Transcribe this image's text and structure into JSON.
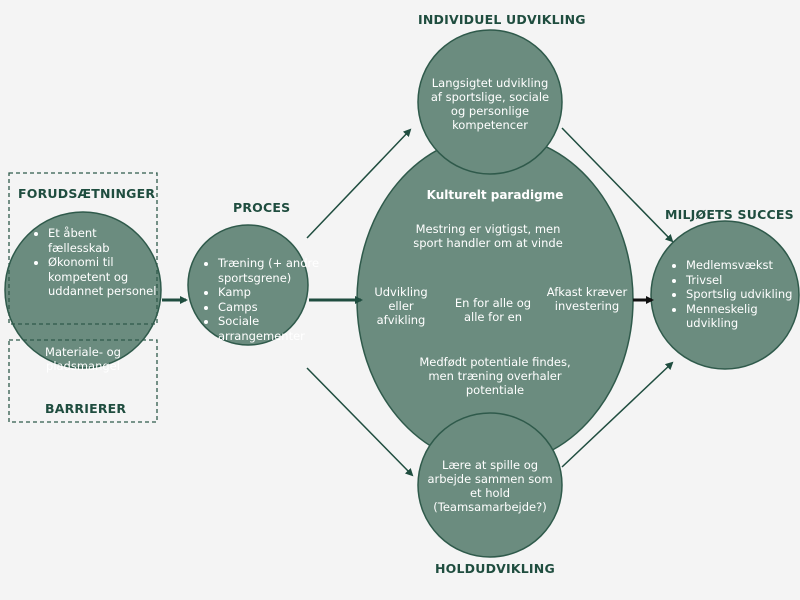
{
  "labels": {
    "forudsaetninger": "FORUDSÆTNINGER",
    "barrierer": "BARRIERER",
    "proces": "PROCES",
    "individuel": "INDIVIDUEL UDVIKLING",
    "holdudvikling": "HOLDUDVIKLING",
    "miljoets_succes": "MILJØETS SUCCES"
  },
  "forudsaetninger_items": [
    "Et åbent fællesskab",
    "Økonomi til kompetent og uddannet personel"
  ],
  "barrierer_text": "Materiale- og pladsmangel",
  "proces_items": [
    "Træning (+ andre sportsgrene)",
    "Kamp",
    "Camps",
    "Sociale arrangementer"
  ],
  "individuel_text": "Langsigtet udvikling af sportslige, sociale og personlige kompetencer",
  "hold_text": "Lære at spille og arbejde sammen som et hold (Teamsamarbejde?)",
  "paradigme": {
    "title": "Kulturelt paradigme",
    "top": "Mestring er vigtigst, men sport handler om at vinde",
    "left": "Udvikling eller afvikling",
    "center": "En for alle og alle for en",
    "right": "Afkast kræver investering",
    "bottom": "Medfødt potentiale findes, men træning overhaler potentiale"
  },
  "succes_items": [
    "Medlemsvækst",
    "Trivsel",
    "Sportslig udvikling",
    "Menneskelig udvikling"
  ],
  "colors": {
    "circle_fill": "#6b8c7f",
    "circle_stroke": "#2f5a4b",
    "label": "#1f4d3f",
    "arrow": "#1f4d3f"
  }
}
